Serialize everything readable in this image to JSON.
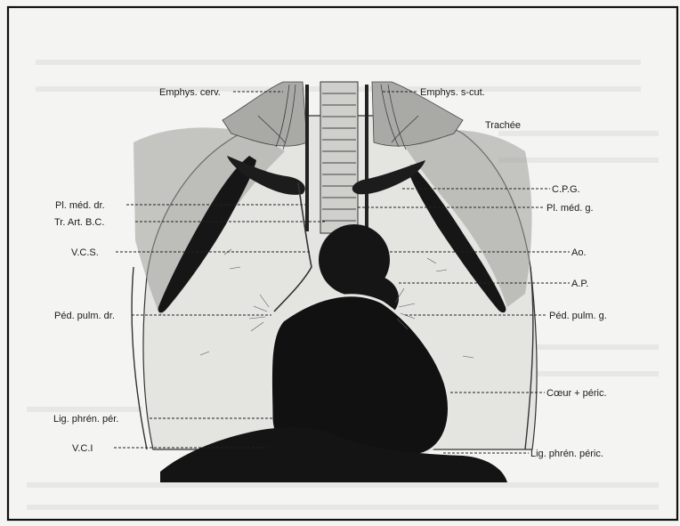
{
  "figure": {
    "labels": {
      "emphys_cerv": "Emphys. cerv.",
      "emphys_scut": "Emphys. s-cut.",
      "trachee": "Trachée",
      "cpg": "C.P.G.",
      "pl_med_dr": "Pl. méd. dr.",
      "pl_med_g": "Pl. méd. g.",
      "tr_art_bc": "Tr. Art. B.C.",
      "vcs": "V.C.S.",
      "ao": "Ao.",
      "ap": "A.P.",
      "ped_pulm_dr": "Péd. pulm. dr.",
      "ped_pulm_g": "Péd. pulm. g.",
      "coeur_peric": "Cœur + péric.",
      "lig_phren_per": "Lig. phrén. pér.",
      "vci": "V.C.I",
      "lig_phren_peric": "Lig. phrén. péric."
    }
  }
}
